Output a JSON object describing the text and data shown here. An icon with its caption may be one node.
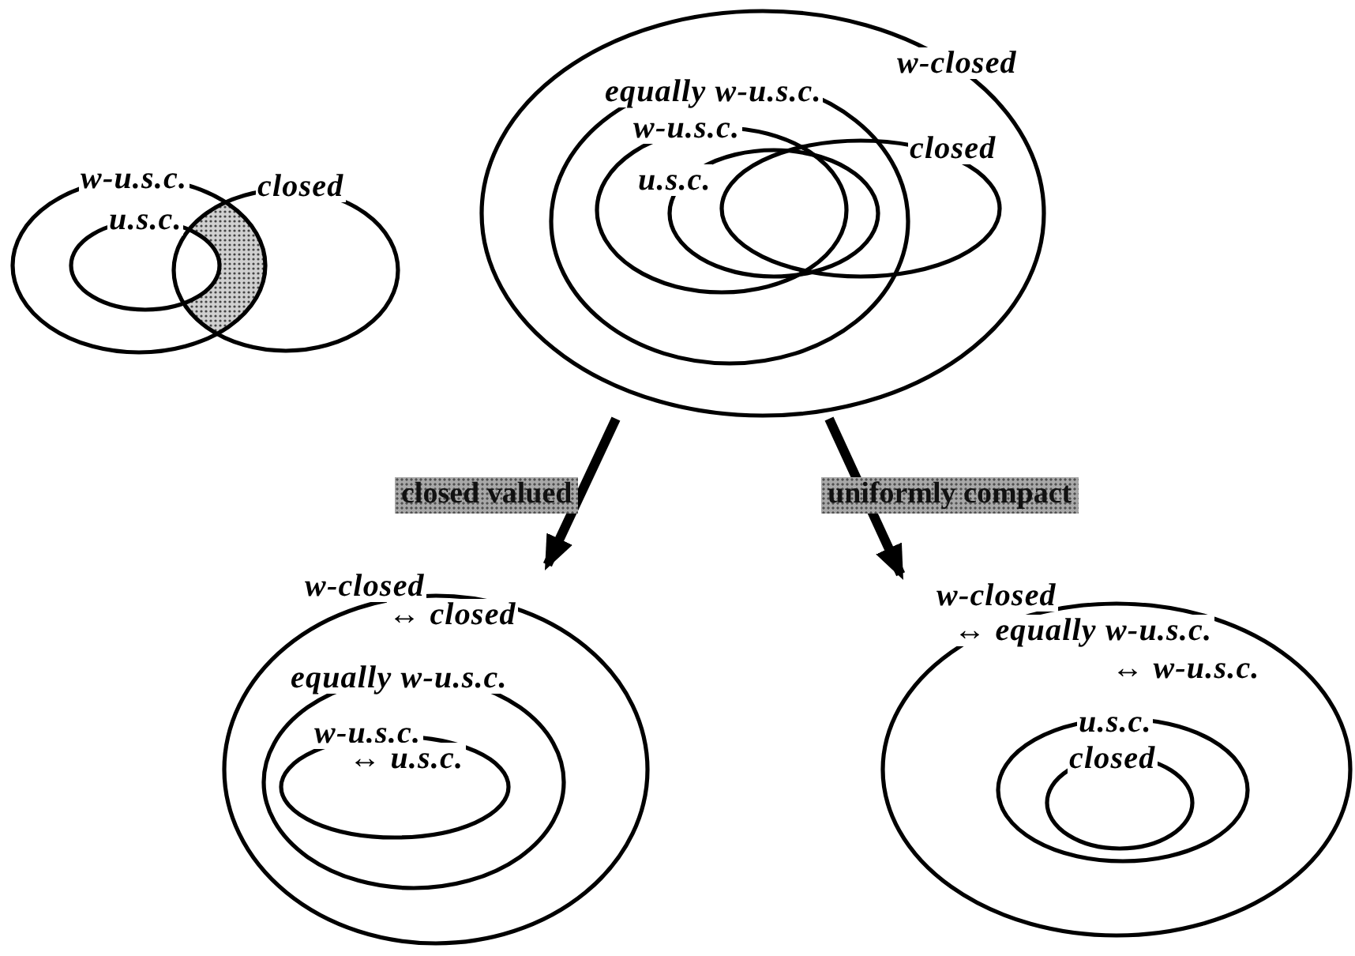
{
  "diagram": {
    "nodes": [
      {
        "text": [
          "w-u.s.c."
        ]
      },
      {
        "text": [
          "u.s.c."
        ],
        "in": 0
      },
      {
        "text": [
          "closed"
        ]
      },
      {
        "text": [
          "w-closed"
        ]
      },
      {
        "text": [
          "equally w-u.s.c."
        ],
        "in": 3
      },
      {
        "text": [
          "w-u.s.c."
        ],
        "in": 4
      },
      {
        "text": [
          "u.s.c."
        ],
        "in": 5
      },
      {
        "text": [
          "closed"
        ],
        "in": 3
      },
      {
        "text": [
          "w-closed",
          "↔ closed"
        ]
      },
      {
        "text": [
          "equally w-u.s.c."
        ],
        "in": 8
      },
      {
        "text": [
          "w-u.s.c.",
          "↔ u.s.c."
        ],
        "in": 9
      },
      {
        "text": [
          "w-closed",
          "↔ equally w-u.s.c.",
          "↔ w-u.s.c."
        ]
      },
      {
        "text": [
          "u.s.c."
        ],
        "in": 11
      },
      {
        "text": [
          "closed"
        ],
        "in": 12
      },
      {
        "text": [],
        "shape": "crescent"
      }
    ],
    "edges": [
      {
        "from": 3,
        "to": 8,
        "arrow": "to",
        "label": "closed valued"
      },
      {
        "from": 3,
        "to": 11,
        "arrow": "to",
        "label": "uniformly compact"
      }
    ]
  }
}
